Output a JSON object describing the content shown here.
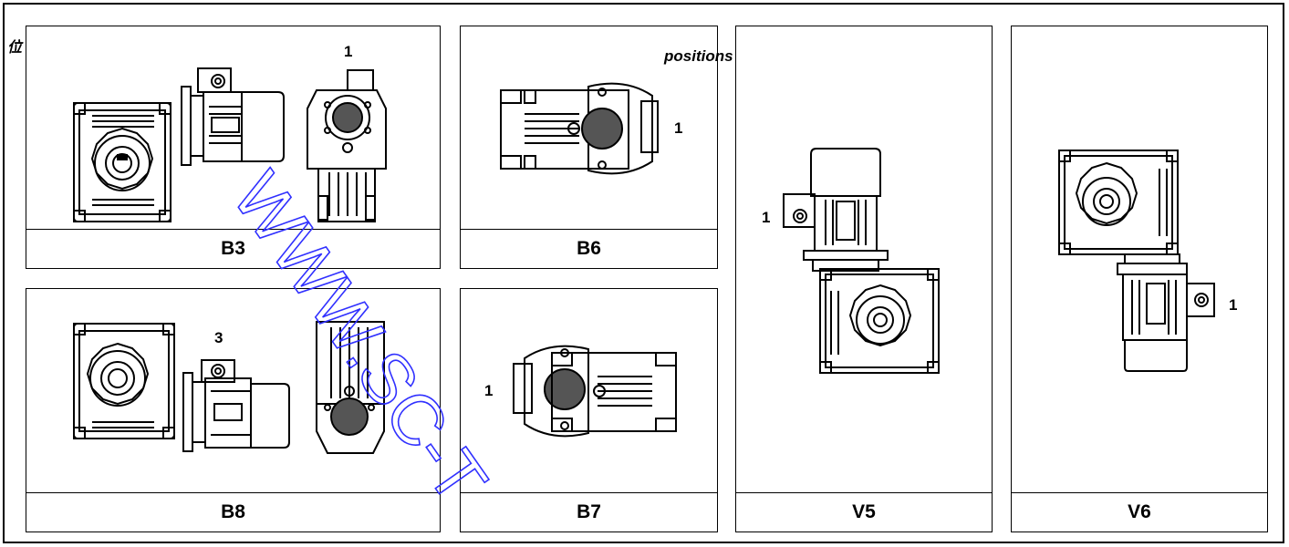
{
  "header": {
    "side_mark": "位",
    "title": "positions"
  },
  "panels": [
    {
      "label": "B3",
      "marks": [
        "1"
      ]
    },
    {
      "label": "B6",
      "marks": [
        "1"
      ]
    },
    {
      "label": "V5",
      "marks": [
        "1"
      ]
    },
    {
      "label": "V6",
      "marks": [
        "1"
      ]
    },
    {
      "label": "B8",
      "marks": [
        "3"
      ]
    },
    {
      "label": "B7",
      "marks": [
        "1"
      ]
    }
  ],
  "watermark": {
    "text": "WWW.SC-T"
  },
  "colors": {
    "line": "#000000",
    "watermark": "#3030ff",
    "background": "#ffffff"
  }
}
